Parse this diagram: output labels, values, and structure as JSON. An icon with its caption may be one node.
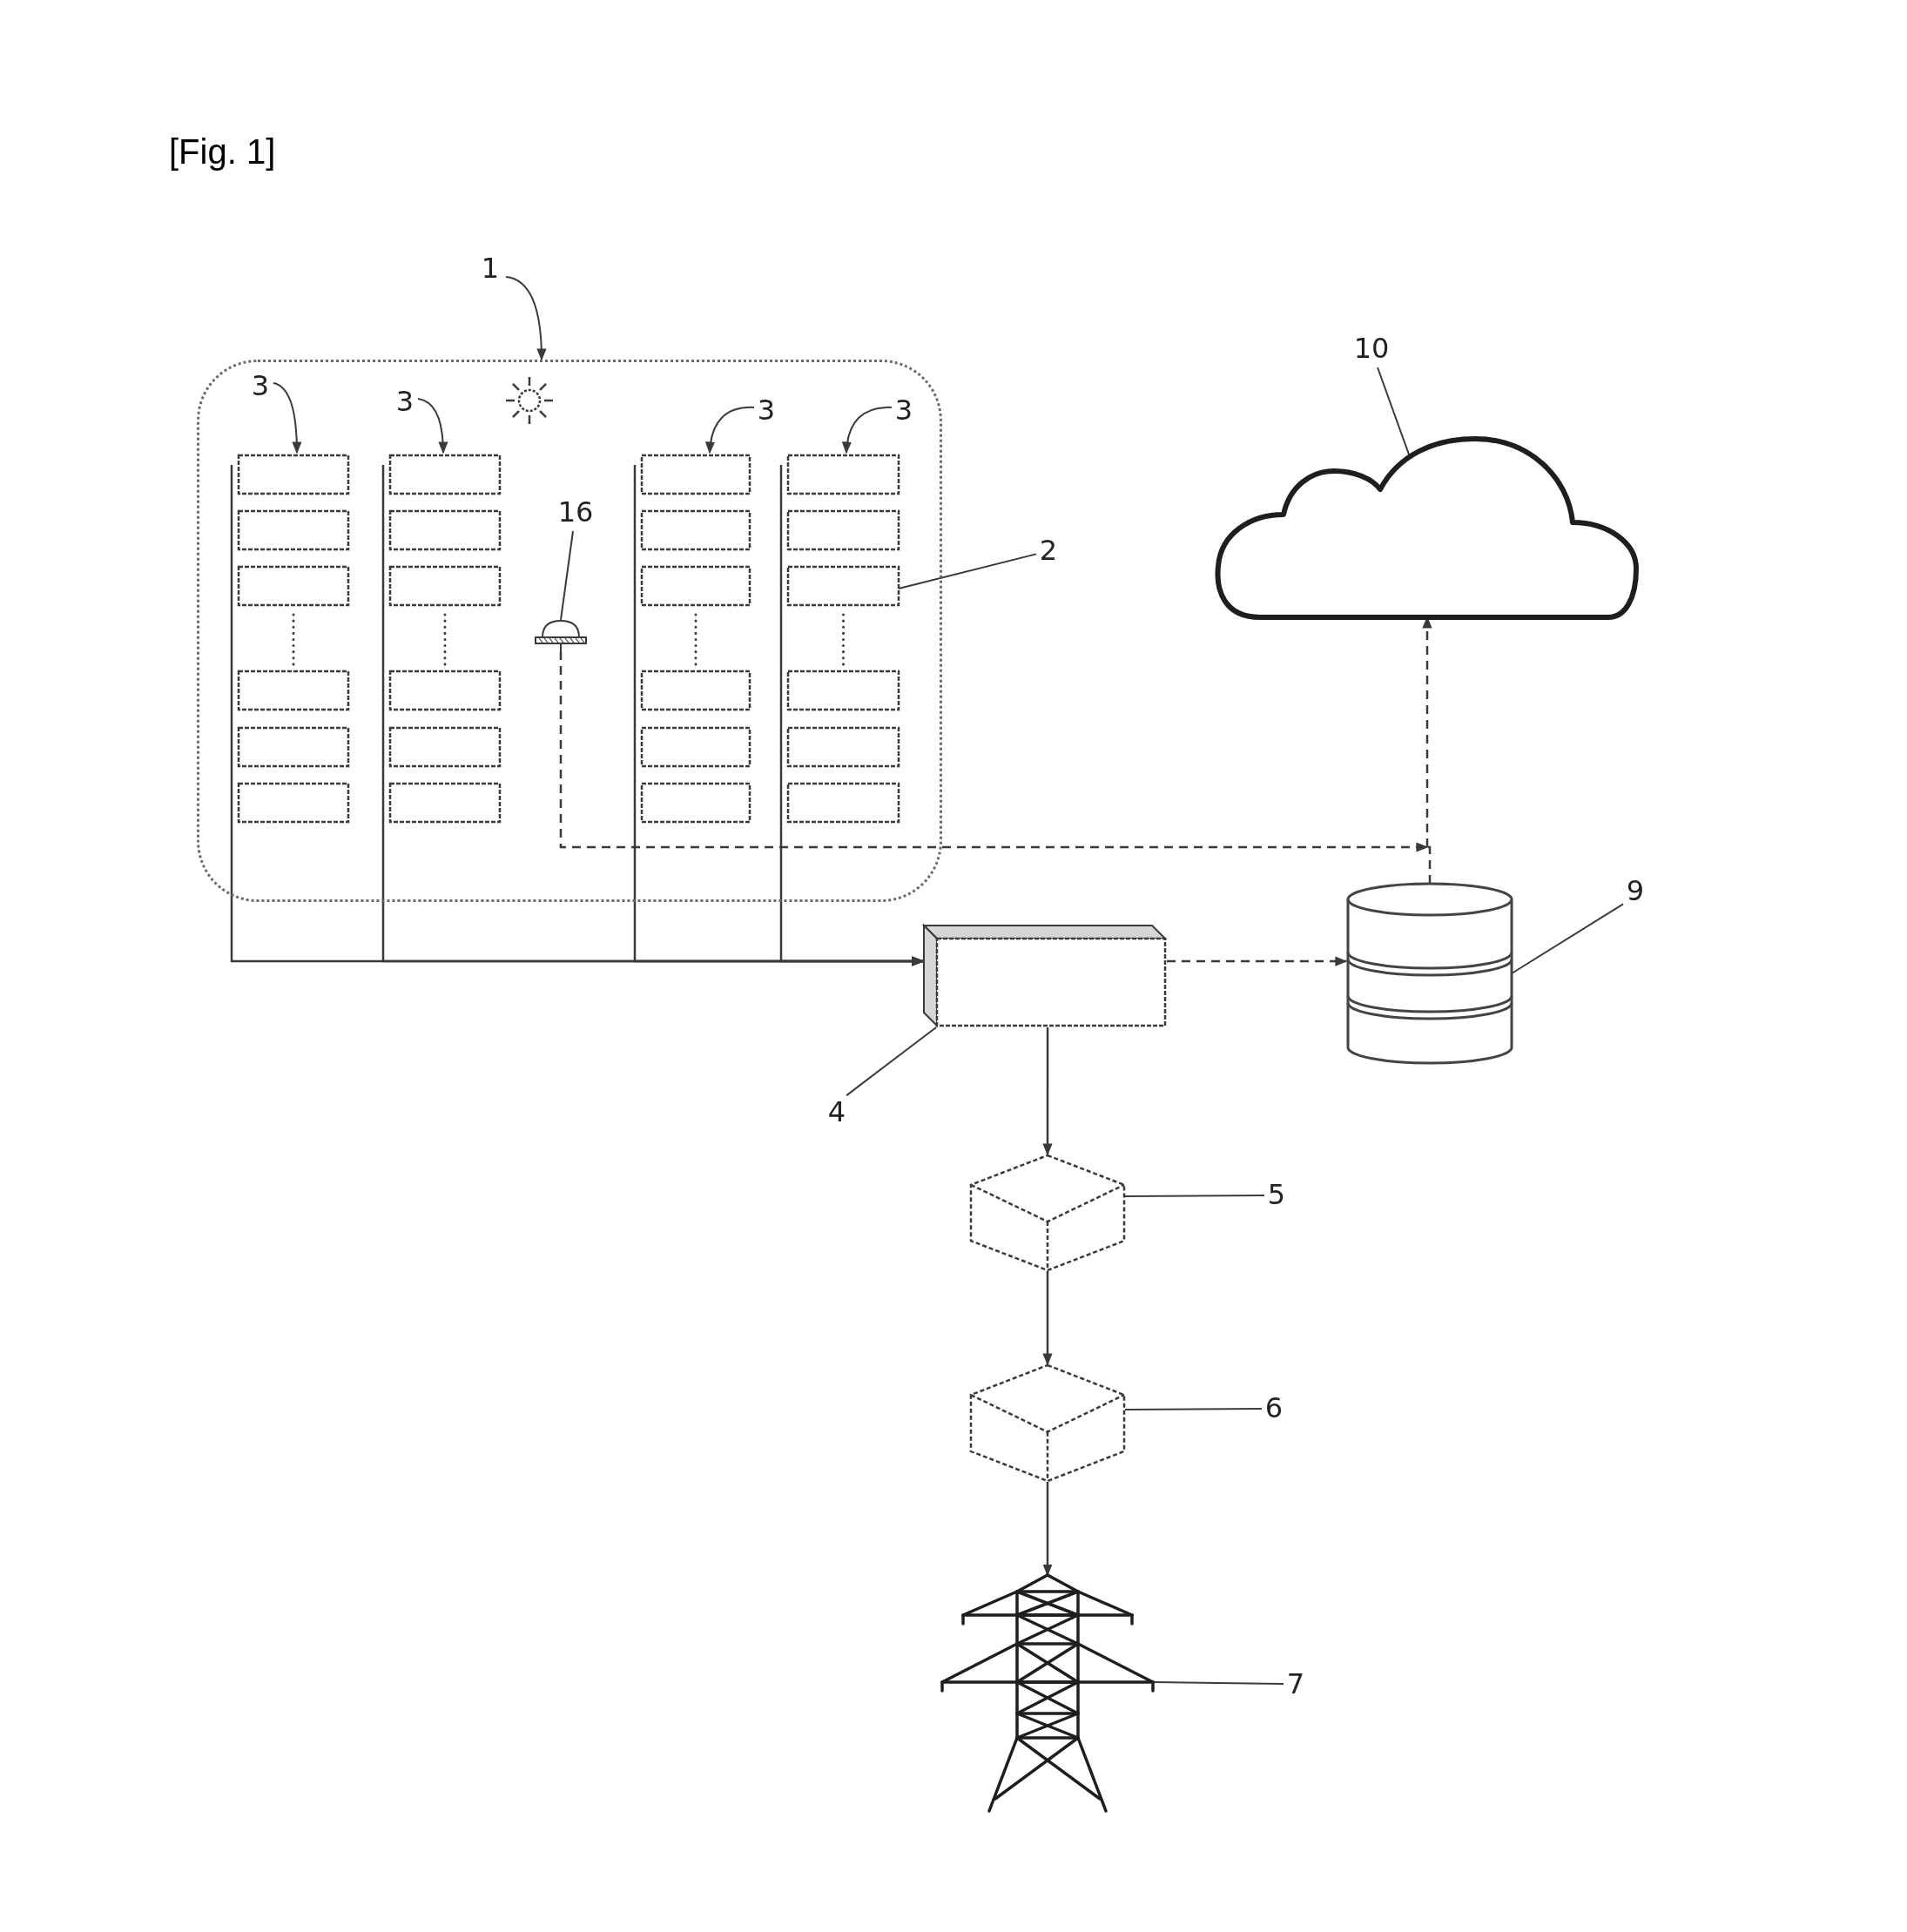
{
  "diagram": {
    "title": "[Fig. 1]",
    "nodes": [
      {
        "text": [
          "1"
        ]
      },
      {
        "text": [],
        "shape": "box"
      },
      {
        "text": [
          "3"
        ],
        "in": 1
      },
      {
        "text": [
          "3"
        ],
        "in": 1
      },
      {
        "text": [
          "3"
        ],
        "in": 1
      },
      {
        "text": [
          "3"
        ],
        "in": 1
      },
      {
        "text": [],
        "shape": "box",
        "in": 1
      },
      {
        "text": [],
        "shape": "box",
        "in": 6
      },
      {
        "text": [],
        "shape": "box",
        "in": 6
      },
      {
        "text": [],
        "shape": "box",
        "in": 6
      },
      {
        "text": [],
        "shape": "box",
        "in": 6
      },
      {
        "text": [],
        "shape": "box",
        "in": 6
      },
      {
        "text": [],
        "shape": "box",
        "in": 6
      },
      {
        "text": [],
        "shape": "box",
        "in": 1
      },
      {
        "text": [],
        "shape": "box",
        "in": 13
      },
      {
        "text": [],
        "shape": "box",
        "in": 13
      },
      {
        "text": [],
        "shape": "box",
        "in": 13
      },
      {
        "text": [],
        "shape": "box",
        "in": 13
      },
      {
        "text": [],
        "shape": "box",
        "in": 13
      },
      {
        "text": [],
        "shape": "box",
        "in": 13
      },
      {
        "text": [
          "16"
        ],
        "in": 1
      },
      {
        "text": [],
        "shape": "picture",
        "in": 1
      },
      {
        "text": [],
        "shape": "box",
        "in": 1
      },
      {
        "text": [],
        "shape": "box",
        "in": 22
      },
      {
        "text": [],
        "shape": "box",
        "in": 22
      },
      {
        "text": [],
        "shape": "box",
        "in": 22
      },
      {
        "text": [],
        "shape": "box",
        "in": 22
      },
      {
        "text": [],
        "shape": "box",
        "in": 22
      },
      {
        "text": [],
        "shape": "box",
        "in": 22
      },
      {
        "text": [],
        "shape": "box",
        "in": 1
      },
      {
        "text": [],
        "shape": "box",
        "in": 29
      },
      {
        "text": [],
        "shape": "box",
        "in": 29
      },
      {
        "text": [],
        "shape": "box",
        "in": 29
      },
      {
        "text": [],
        "shape": "box",
        "in": 29
      },
      {
        "text": [],
        "shape": "box",
        "in": 29
      },
      {
        "text": [],
        "shape": "box",
        "in": 29
      },
      {
        "text": [
          "10"
        ]
      },
      {
        "text": [],
        "shape": "cloud"
      },
      {
        "text": [
          "2"
        ]
      },
      {
        "text": [
          "9"
        ]
      },
      {
        "text": [],
        "shape": "cylinder"
      },
      {
        "text": [],
        "shape": "box"
      },
      {
        "text": [
          "4"
        ]
      },
      {
        "text": [],
        "shape": "box"
      },
      {
        "text": [
          "5"
        ]
      },
      {
        "text": [],
        "shape": "box"
      },
      {
        "text": [
          "6"
        ]
      },
      {
        "text": [],
        "shape": "picture"
      },
      {
        "text": [
          "7"
        ]
      }
    ],
    "edges": [
      {
        "from": 0,
        "to": 1,
        "arrow": "to"
      },
      {
        "from": 2,
        "to": 6,
        "arrow": "to"
      },
      {
        "from": 3,
        "to": 13,
        "arrow": "to"
      },
      {
        "from": 4,
        "to": 22,
        "arrow": "to"
      },
      {
        "from": 5,
        "to": 29,
        "arrow": "to"
      },
      {
        "from": 20,
        "to": 21,
        "arrow": "none"
      },
      {
        "from": 38,
        "to": 32,
        "arrow": "none"
      },
      {
        "from": 36,
        "to": 37,
        "arrow": "none"
      },
      {
        "from": 39,
        "to": 40,
        "arrow": "none"
      },
      {
        "from": 42,
        "to": 41,
        "arrow": "none"
      },
      {
        "from": 44,
        "to": 43,
        "arrow": "none"
      },
      {
        "from": 46,
        "to": 45,
        "arrow": "none"
      },
      {
        "from": 48,
        "to": 47,
        "arrow": "none"
      },
      {
        "from": 6,
        "to": 41,
        "arrow": "to"
      },
      {
        "from": 13,
        "to": 41,
        "arrow": "to"
      },
      {
        "from": 22,
        "to": 41,
        "arrow": "to"
      },
      {
        "from": 29,
        "to": 41,
        "arrow": "to"
      },
      {
        "from": 21,
        "to": 37,
        "arrow": "to",
        "style": "dashed"
      },
      {
        "from": 40,
        "to": 37,
        "arrow": "to",
        "style": "dashed"
      },
      {
        "from": 41,
        "to": 40,
        "arrow": "to",
        "style": "dashed"
      },
      {
        "from": 41,
        "to": 43,
        "arrow": "to"
      },
      {
        "from": 43,
        "to": 45,
        "arrow": "to"
      },
      {
        "from": 45,
        "to": 47,
        "arrow": "to"
      }
    ]
  }
}
